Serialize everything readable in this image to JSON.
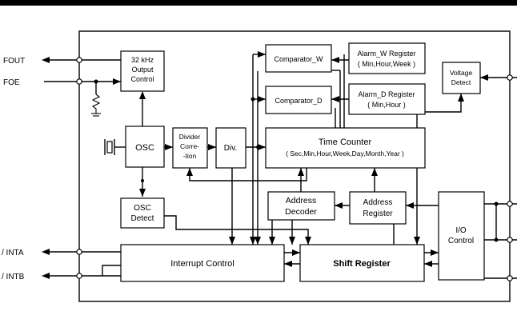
{
  "pins_left": {
    "fout": "FOUT",
    "foe": "FOE",
    "inta": "/ INTA",
    "intb": "/ INTB"
  },
  "blocks": {
    "output_control": [
      "32 kHz",
      "Output",
      "Control"
    ],
    "osc": [
      "OSC"
    ],
    "osc_detect": [
      "OSC",
      "Detect"
    ],
    "divider_correction": [
      "Divider",
      "Corre-",
      "-tion"
    ],
    "div": [
      "Div."
    ],
    "comparator_w": [
      "Comparator_W"
    ],
    "comparator_d": [
      "Comparator_D"
    ],
    "alarm_w": [
      "Alarm_W Register",
      "( Min,Hour,Week )"
    ],
    "alarm_d": [
      "Alarm_D Register",
      "( Min,Hour )"
    ],
    "voltage_detect": [
      "Voltage",
      "Detect"
    ],
    "time_counter": [
      "Time Counter",
      "( Sec,Min,Hour,Week,Day,Month,Year )"
    ],
    "address_decoder": [
      "Address",
      "Decoder"
    ],
    "address_register": [
      "Address",
      "Register"
    ],
    "io_control": [
      "I/O",
      "Control"
    ],
    "interrupt_control": [
      "Interrupt Control"
    ],
    "shift_register": [
      "Shift Register"
    ]
  }
}
